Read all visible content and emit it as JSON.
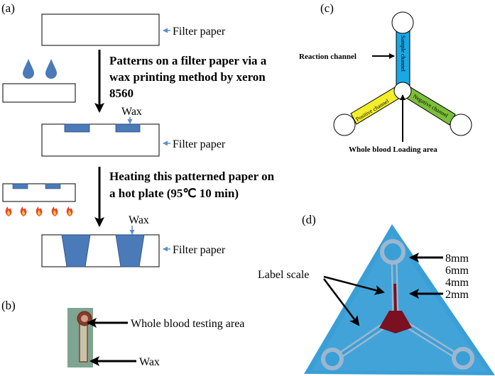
{
  "panels": {
    "a": {
      "label": "(a)",
      "filter_paper_1": "Filter paper",
      "step1_line1": "Patterns on a filter paper via a",
      "step1_line2": "wax printing method by xeron",
      "step1_line3": "8560",
      "wax_1": "Wax",
      "filter_paper_2": "Filter paper",
      "step2_line1": "Heating this patterned paper on",
      "step2_line2": "a hot plate (95℃ 10 min)",
      "wax_2": "Wax",
      "filter_paper_3": "Filter paper"
    },
    "b": {
      "label": "(b)",
      "testing_area": "Whole blood testing area",
      "wax": "Wax"
    },
    "c": {
      "label": "(c)",
      "reaction_channel": "Reaction channel",
      "sample_channel": "Sample channel",
      "positive_channel": "Positive channel",
      "negative_channel": "Negative channel",
      "loading_area": "Whole blood Loading area"
    },
    "d": {
      "label": "(d)",
      "label_scale": "Label scale",
      "scale_8": "8mm",
      "scale_6": "6mm",
      "scale_4": "4mm",
      "scale_2": "2mm"
    }
  },
  "colors": {
    "wax_blue": "#4a7ab8",
    "arrow_blue": "#5b8fd0",
    "sample_channel": "#1aa7e6",
    "positive_channel": "#f2ee2a",
    "negative_channel": "#7bbf3a",
    "paper_blue": "#3a9fd6",
    "blood_red": "#7a1020"
  },
  "icons": [
    "droplet-icon",
    "flame-icon",
    "arrow-icon"
  ]
}
